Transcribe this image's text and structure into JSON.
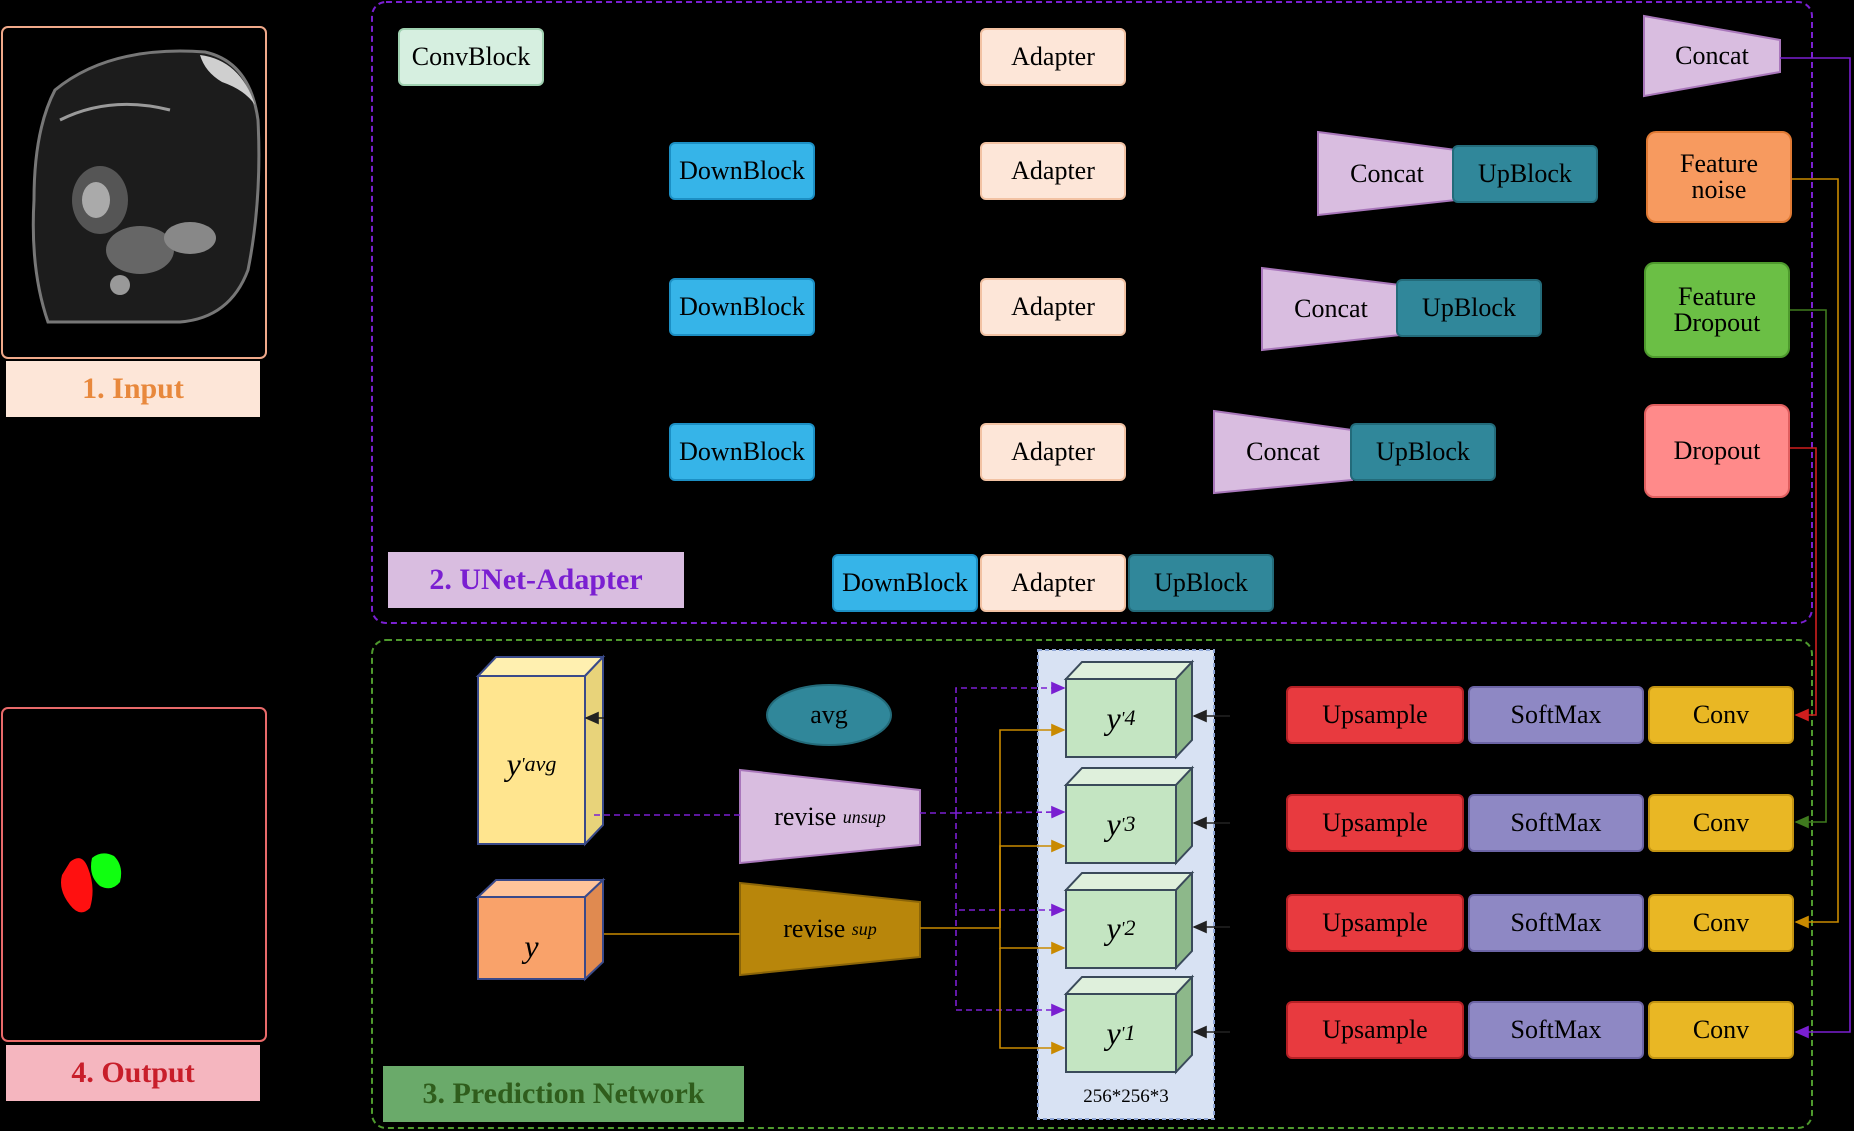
{
  "panels": {
    "input_label": "1. Input",
    "unet_label": "2. UNet-Adapter",
    "prediction_label": "3. Prediction Network",
    "output_label": "4. Output"
  },
  "encoder": {
    "conv_block": "ConvBlock",
    "down_block": "DownBlock",
    "adapter": "Adapter",
    "up_block": "UpBlock",
    "concat": "Concat"
  },
  "perturbations": {
    "feature_noise": [
      "Feature",
      "noise"
    ],
    "feature_dropout": [
      "Feature",
      "Dropout"
    ],
    "dropout": "Dropout"
  },
  "heads": {
    "upsample": "Upsample",
    "softmax": "SoftMax",
    "conv": "Conv"
  },
  "prediction": {
    "avg": "avg",
    "revise_unsup_main": "revise",
    "revise_unsup_sub": "unsup",
    "revise_sup_main": "revise",
    "revise_sup_sub": "sup",
    "y_avg": "y",
    "y_avg_sub": "avg",
    "y_gt": "y",
    "y_outputs": [
      {
        "main": "y",
        "sub": "4"
      },
      {
        "main": "y",
        "sub": "3"
      },
      {
        "main": "y",
        "sub": "2"
      },
      {
        "main": "y",
        "sub": "1"
      }
    ],
    "shape_note": "256*256*3"
  },
  "colors": {
    "unet_border": "#7a1fd1",
    "prediction_border": "#4e9a2d",
    "input_panel_border": "#f0a98a",
    "output_panel_border": "#e96a6a",
    "arrow_orange": "#c98a00",
    "arrow_purple": "#7a1fd1",
    "arrow_green": "#3f7a1e",
    "arrow_red": "#d01e1e"
  }
}
